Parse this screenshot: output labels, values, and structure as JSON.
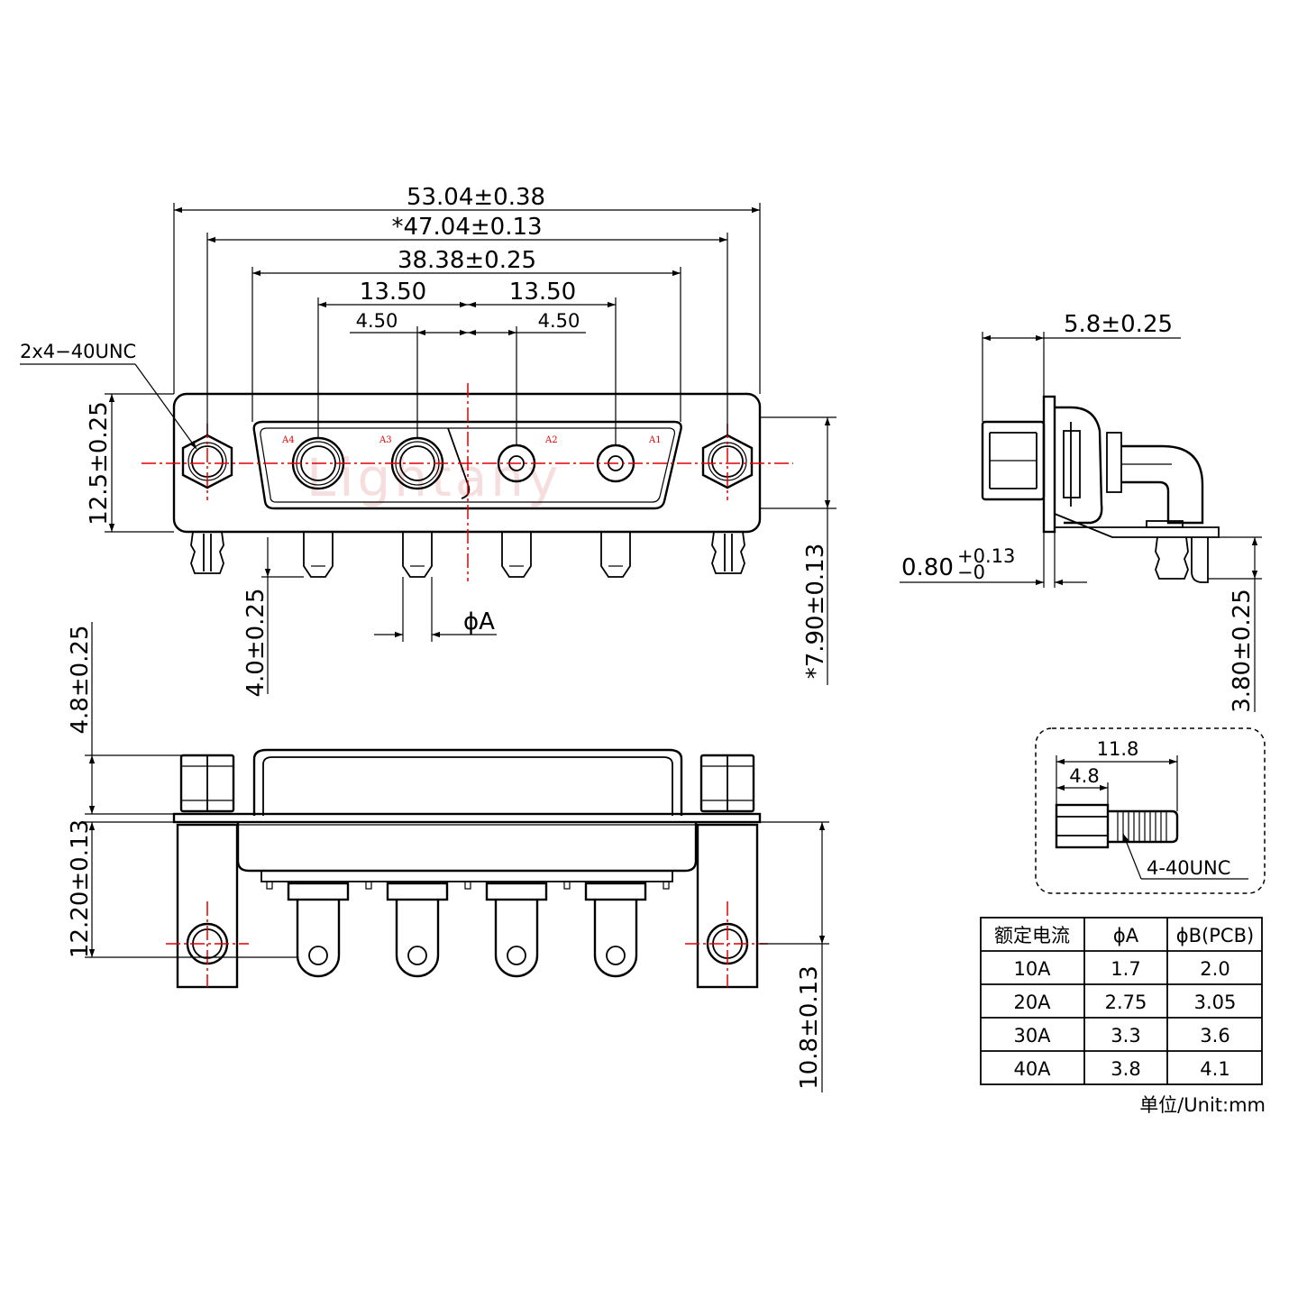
{
  "front_view": {
    "dim_overall": "53.04±0.38",
    "dim_mount": "*47.04±0.13",
    "dim_shell": "38.38±0.25",
    "dim_left_pitch": "13.50",
    "dim_right_pitch": "13.50",
    "dim_left_inner": "4.50",
    "dim_right_inner": "4.50",
    "thread_callout": "2x4−40UNC",
    "dim_height": "12.5±0.25",
    "dim_pin_length": "4.0±0.25",
    "dim_pin_diameter": "ϕA",
    "dim_pcb_offset": "*7.90±0.13",
    "pin_labels": [
      "A4",
      "A3",
      "A2",
      "A1"
    ],
    "watermark": "Lightany"
  },
  "side_view": {
    "dim_depth": "5.8±0.25",
    "dim_flange": "0.80",
    "dim_flange_tol_plus": "+0.13",
    "dim_flange_tol_minus": "−0",
    "dim_pin_height": "3.80±0.25"
  },
  "bottom_view": {
    "dim_hex_height": "4.8±0.25",
    "dim_body_depth": "12.20±0.13",
    "dim_pin_row": "10.8±0.13"
  },
  "screw_detail": {
    "dim_total": "11.8",
    "dim_hex": "4.8",
    "thread_label": "4-40UNC"
  },
  "spec_table": {
    "headers": [
      "额定电流",
      "ϕA",
      "ϕB(PCB)"
    ],
    "rows": [
      [
        "10A",
        "1.7",
        "2.0"
      ],
      [
        "20A",
        "2.75",
        "3.05"
      ],
      [
        "30A",
        "3.3",
        "3.6"
      ],
      [
        "40A",
        "3.8",
        "4.1"
      ]
    ],
    "unit_note": "单位/Unit:mm"
  }
}
